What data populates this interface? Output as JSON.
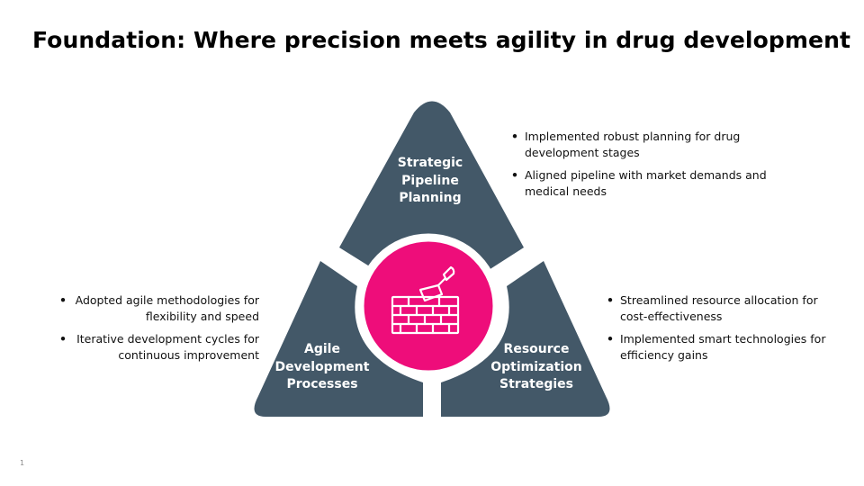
{
  "slide": {
    "title": "Foundation: Where precision meets agility in drug development",
    "page_number": "1"
  },
  "colors": {
    "segment": "#435868",
    "center": "#ee0d7a",
    "center_border": "#ffffff",
    "icon": "#ffffff"
  },
  "center_icon": "brick-wall-trowel-icon",
  "segments": {
    "top": {
      "label_lines": [
        "Strategic",
        "Pipeline",
        "Planning"
      ]
    },
    "left": {
      "label_lines": [
        "Agile",
        "Development",
        "Processes"
      ]
    },
    "right": {
      "label_lines": [
        "Resource",
        "Optimization",
        "Strategies"
      ]
    }
  },
  "bullets": {
    "top_right": [
      "Implemented robust planning for drug development stages",
      "Aligned pipeline with market demands and medical needs"
    ],
    "left": [
      "Adopted agile methodologies for flexibility and speed",
      "Iterative development cycles for continuous improvement"
    ],
    "bottom_right": [
      "Streamlined resource allocation for cost-effectiveness",
      "Implemented smart technologies for efficiency gains"
    ]
  }
}
